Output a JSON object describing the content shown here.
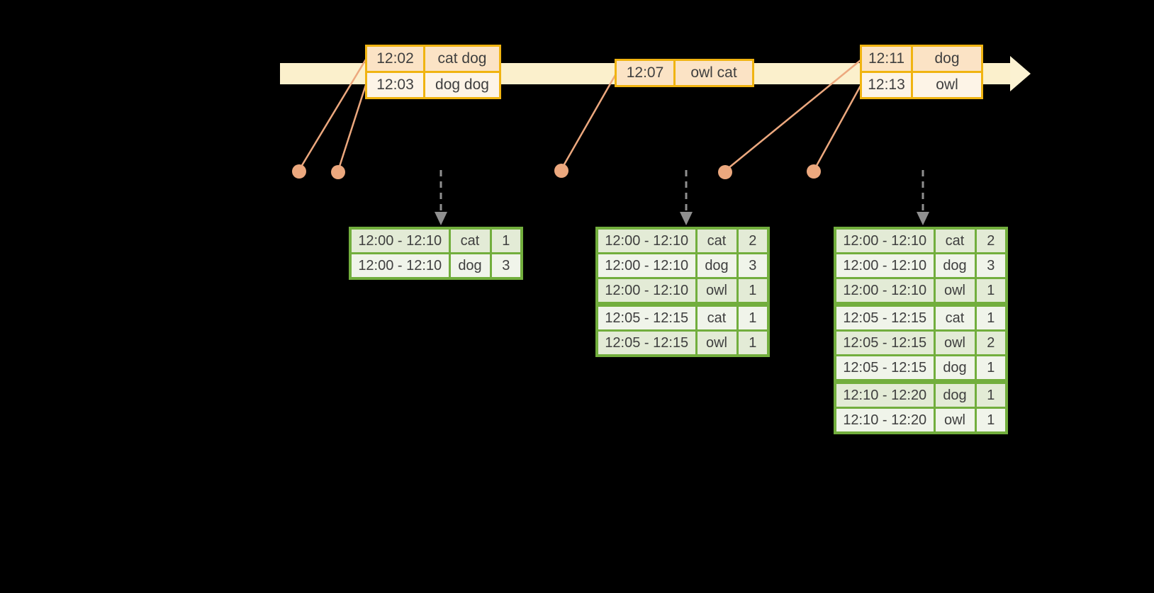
{
  "colors": {
    "background": "#000000",
    "timeline_fill": "#FBF0CC",
    "event_border": "#F0B411",
    "event_row_dark": "#FBE3C5",
    "event_row_light": "#FDF4E7",
    "connector": "#ECA87E",
    "result_border": "#72AE3D",
    "result_row_dark": "#E3EBD6",
    "result_row_light": "#F0F4EA",
    "dashed_arrow": "#8F8F8F",
    "text": "#3F3F3F"
  },
  "event_tables": [
    {
      "rows": [
        {
          "time": "12:02",
          "words": "cat dog"
        },
        {
          "time": "12:03",
          "words": "dog dog"
        }
      ]
    },
    {
      "rows": [
        {
          "time": "12:07",
          "words": "owl cat"
        }
      ]
    },
    {
      "rows": [
        {
          "time": "12:11",
          "words": "dog"
        },
        {
          "time": "12:13",
          "words": "owl"
        }
      ]
    }
  ],
  "result_tables": [
    {
      "rows": [
        {
          "window": "12:00 - 12:10",
          "word": "cat",
          "count": "1"
        },
        {
          "window": "12:00 - 12:10",
          "word": "dog",
          "count": "3"
        }
      ]
    },
    {
      "rows": [
        {
          "window": "12:00 - 12:10",
          "word": "cat",
          "count": "2"
        },
        {
          "window": "12:00 - 12:10",
          "word": "dog",
          "count": "3"
        },
        {
          "window": "12:00 - 12:10",
          "word": "owl",
          "count": "1"
        },
        {
          "window": "12:05 - 12:15",
          "word": "cat",
          "count": "1"
        },
        {
          "window": "12:05 - 12:15",
          "word": "owl",
          "count": "1"
        }
      ]
    },
    {
      "rows": [
        {
          "window": "12:00 - 12:10",
          "word": "cat",
          "count": "2"
        },
        {
          "window": "12:00 - 12:10",
          "word": "dog",
          "count": "3"
        },
        {
          "window": "12:00 - 12:10",
          "word": "owl",
          "count": "1"
        },
        {
          "window": "12:05 - 12:15",
          "word": "cat",
          "count": "1"
        },
        {
          "window": "12:05 - 12:15",
          "word": "owl",
          "count": "2"
        },
        {
          "window": "12:05 - 12:15",
          "word": "dog",
          "count": "1"
        },
        {
          "window": "12:10 - 12:20",
          "word": "dog",
          "count": "1"
        },
        {
          "window": "12:10 - 12:20",
          "word": "owl",
          "count": "1"
        }
      ]
    }
  ]
}
